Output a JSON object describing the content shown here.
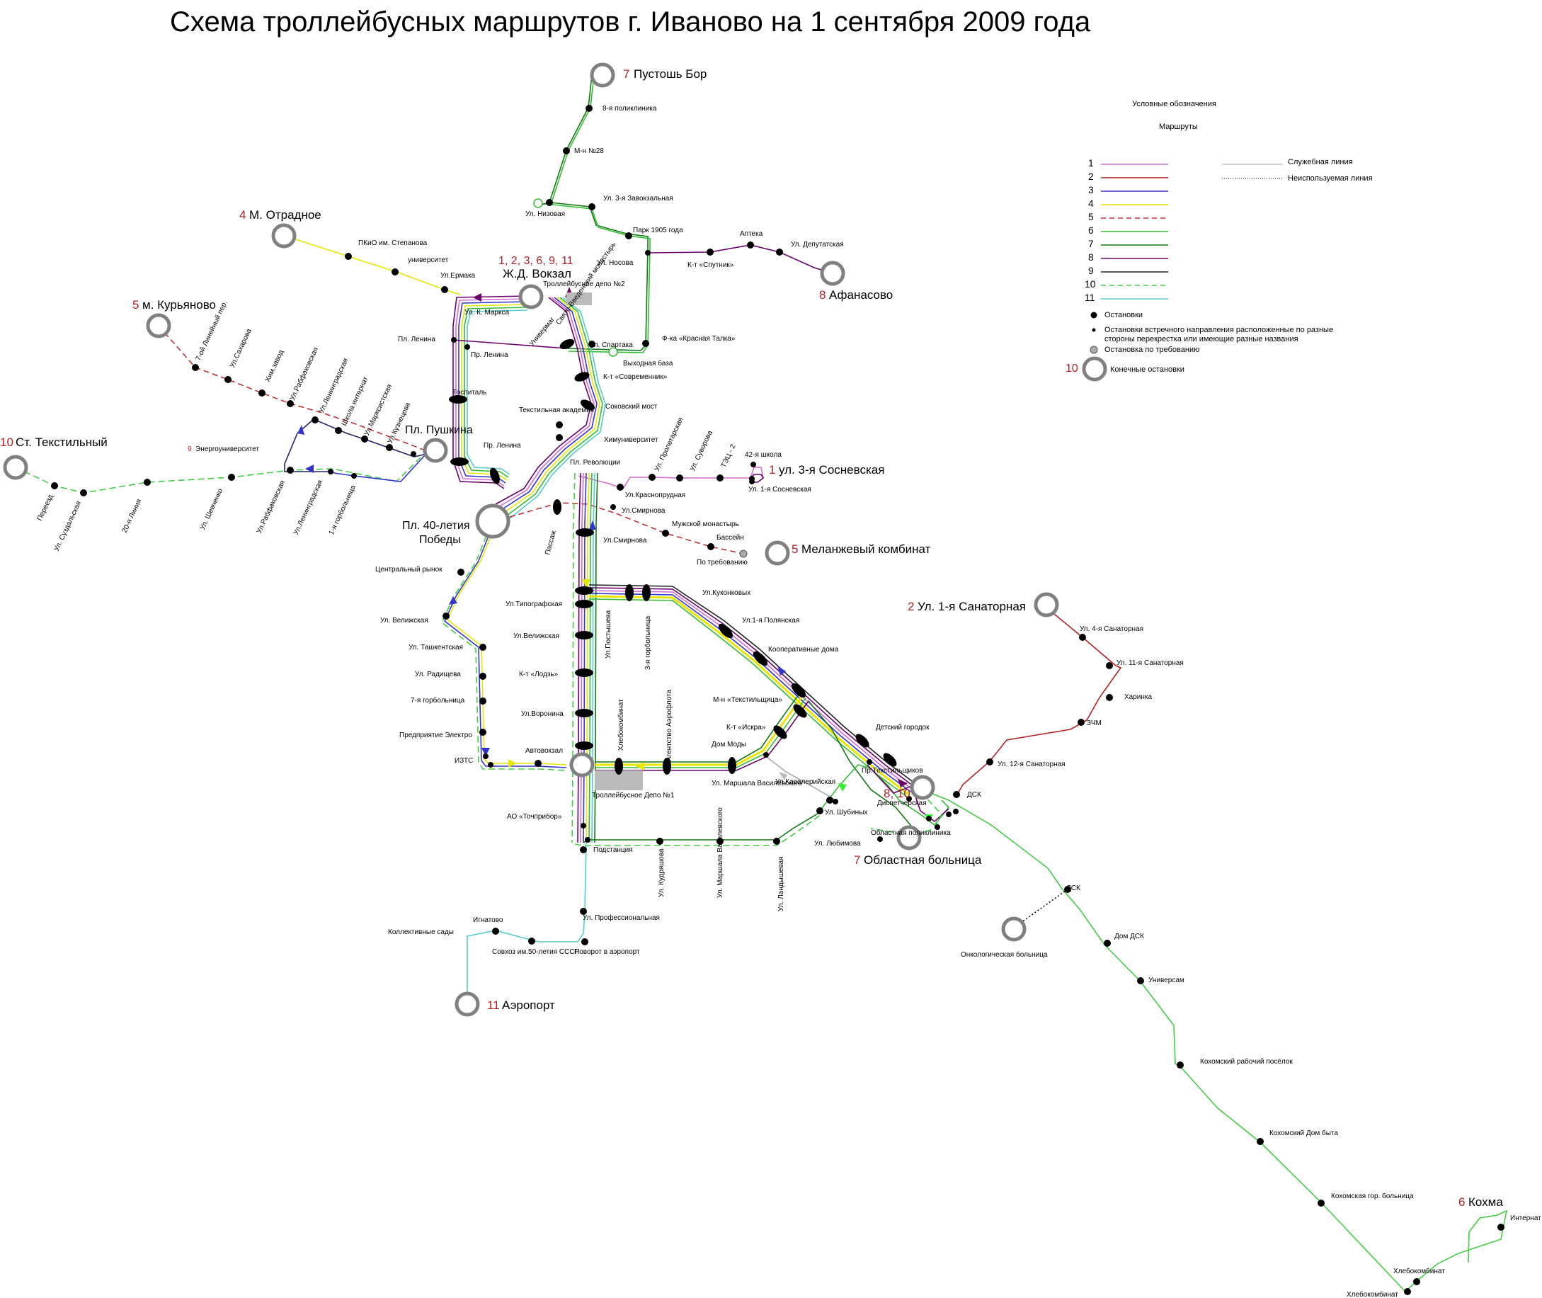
{
  "title": "Схема троллейбусных маршрутов г. Иваново на 1 сентября 2009 года",
  "colors": {
    "r1": "#d46ad4",
    "r2": "#b22222",
    "r3": "#3333cc",
    "r4": "#e6e600",
    "r5": "#c03030",
    "r6": "#33bb33",
    "r7": "#117711",
    "r8": "#6a006a",
    "r9": "#222222",
    "r10": "#44cc44",
    "r11": "#55cccc",
    "service": "#aaaaaa",
    "unused": "#000000",
    "stop": "#000000",
    "depot": "#bbbbbb",
    "terminal": "#808080",
    "title_red": "#b22222"
  },
  "legend": {
    "title": "Условные обозначения",
    "subtitle": "Маршруты",
    "routes": [
      "1",
      "2",
      "3",
      "4",
      "5",
      "6",
      "7",
      "8",
      "9",
      "10",
      "11"
    ],
    "service_line": "Служебная линия",
    "unused_line": "Неиспользуемая линия",
    "stops": "Остановки",
    "stops_opposite": "Остановки встречного направления расположенные по разные стороны перекрестка или имеющие разные названия",
    "stops_opposite_l1": "Остановки встречного направления расположенные по разные",
    "stops_opposite_l2": "стороны перекрестка или имеющие разные названия",
    "request_stop": "Остановка по требованию",
    "terminal_num": "10",
    "terminal": "Конечные остановки"
  },
  "terminals": {
    "pustosh_num": "7",
    "pustosh": "Пустошь Бор",
    "otradnoe_num": "4",
    "otradnoe": "М. Отрадное",
    "kuryanovo_num": "5",
    "kuryanovo": "м. Курьяново",
    "textilny_num": "10",
    "textilny": "Ст. Текстильный",
    "vokzal_num": "1, 2, 3, 6, 9, 11",
    "vokzal": "Ж.Д. Вокзал",
    "afanasovo_num": "8",
    "afanasovo": "Афанасово",
    "sosnevskaya_num": "1",
    "sosnevskaya": "ул. 3-я Сосневская",
    "melanzh_num": "5",
    "melanzh": "Меланжевый комбинат",
    "sanatornaya_num": "2",
    "sanatornaya": "Ул. 1-я Санаторная",
    "dispetch_num": "8, 10",
    "oblbol_num": "7",
    "oblbol": "Областная больница",
    "aeroport_num": "11",
    "aeroport": "Аэропорт",
    "kohma_num": "6",
    "kohma": "Кохма",
    "pushkina": "Пл. Пушкина",
    "pobedy_l1": "Пл. 40-летия",
    "pobedy_l2": "Победы",
    "onko": "Онкологическая больница"
  },
  "stops": {
    "s8poli": "8-я поликлиника",
    "smn28": "М-н №28",
    "snizovaya": "Ул. Низовая",
    "s3zavokz": "Ул. 3-я Завокзальная",
    "spark1905": "Парк 1905 года",
    "snosova": "Ул. Носова",
    "sapteka": "Аптека",
    "sdeput": "Ул. Депутатская",
    "ssputnik": "К-т «Спутник»",
    "sktalka": "Ф-ка «Красная Талка»",
    "svyhbaza": "Выходная база",
    "sspartaka": "Ул. Спартака",
    "ssvved": "Свято-Введенский монастырь",
    "sdepo2": "Троллейбусное депо №2",
    "spkio": "ПКиО им. Степанова",
    "suniver": "университет",
    "sermaka": "Ул.Ермака",
    "skmarksa": "Ул. К. Маркса",
    "splenina": "Пл. Ленина",
    "sprlenina": "Пр. Ленина",
    "sunivermag": "Универмаг",
    "ssovrem": "К-т «Современник»",
    "sgospital": "Госпиталь",
    "stextakad": "Текстильная академия",
    "ssokmost": "Соковский мост",
    "shimuniver": "Химуниверситет",
    "sprlenina2": "Пр. Ленина",
    "splrev": "Пл. Революции",
    "sproletar": "Ул. Пролетарская",
    "ssuvorova": "Ул. Суворова",
    "steц2": "ТЭЦ - 2",
    "s42shk": "42-я школа",
    "s1sosn": "Ул. 1-я Сосневская",
    "skrasnoprud": "Ул.Краснопрудная",
    "ssmirnova": "Ул.Смирнова",
    "ssmirnova2": "Ул.Смирнова",
    "smuzhmon": "Мужской монастырь",
    "sbassein": "Бассейн",
    "spotreb": "По требованию",
    "spassazh": "Пассаж",
    "s7lin": "7-ой Линейный пер.",
    "ssaharova": "Ул.Сахарова",
    "shimzavod": "Хим.завод",
    "srabfak": "Ул.Рабфаковская",
    "sleningr": "Ул.Ленинградская",
    "sshkint": "Школа интернат",
    "smarks": "Ул.Марксистская",
    "skuznec": "Ул.Кузнецова",
    "senergo": "Энергоуниверситет",
    "energo_num": "9",
    "spereezd": "Переезд",
    "ssuzdal": "Ул. Суздальская",
    "s20lin": "20-я Линия",
    "sshevch": "Ул. Шевченко",
    "srabfak2": "Ул.Рабфаковская",
    "sleningr2": "Ул.Ленинградская",
    "s1gorbol": "1-я горбольница",
    "scentr": "Центральный рынок",
    "svelik": "Ул. Велижская",
    "stashk": "Ул. Ташкентская",
    "sradish": "Ул. Радищева",
    "s7gorbol": "7-я горбольница",
    "selektro": "Предприятие Электро",
    "sizts": "ИЗТС",
    "savtovokz": "Автовокзал",
    "stipogr": "Ул.Типографская",
    "svelik2": "Ул.Велижская",
    "slodz": "К-т «Лодзь»",
    "svoronina": "Ул.Воронина",
    "spostyshev": "Ул.Постышева",
    "s3gorbol": "3-я горбольница",
    "skukonk": "Ул.Куконковых",
    "s1polyan": "Ул.1-я Полянская",
    "skoopdoma": "Кооперативные дома",
    "stextilsh": "М-н «Текстильщица»",
    "siskra": "К-т «Искра»",
    "sdommody": "Дом Моды",
    "sdetgor": "Детский городок",
    "sprtextil": "Пр.Текстильщиков",
    "sdispetch": "Диспетчерская",
    "skaval": "Ул.Кавалерийская",
    "sshubin": "Ул. Шубиных",
    "slyubim": "Ул. Любимова",
    "soblpoli": "Областная поликлиника",
    "shlebkomb": "Хлебокомбинат",
    "sagentstvo": "Агентство Аэрофлота",
    "smarshvas": "Ул. Маршала Василевского",
    "sdepo1": "Троллейбусное Депо №1",
    "stochpribor": "АО «Точприбор»",
    "spodstan": "Подстанция",
    "skudryash": "Ул. Кудряшова",
    "smarshvas2": "Ул. Маршала Василевского",
    "slandsh": "Ул. Ландышевая",
    "sprofsoyuz": "Ул. Профессиональная",
    "signatovo": "Игнатово",
    "skollsady": "Коллективные сады",
    "ssovhoz": "Совхоз им.50-летия СССР",
    "spovorot": "Поворот в аэропорт",
    "s4sanat": "Ул. 4-я Санаторная",
    "s11sanat": "Ул. 11-я Санаторная",
    "sharinka": "Харинка",
    "szchm": "ЗЧМ",
    "s12sanat": "Ул. 12-я Санаторная",
    "sdsk1": "ДСК",
    "sdsk2": "ДСК",
    "sdomdsk": "Дом ДСК",
    "suniversam": "Универсам",
    "skohrab": "Кохомский рабочий посёлок",
    "skohdom": "Кохомский Дом быта",
    "skohbol": "Кохомская гор. больница",
    "shlebk1": "Хлебокомбинат",
    "shlebk2": "Хлебокомбинат",
    "sinternat": "Интернат"
  }
}
